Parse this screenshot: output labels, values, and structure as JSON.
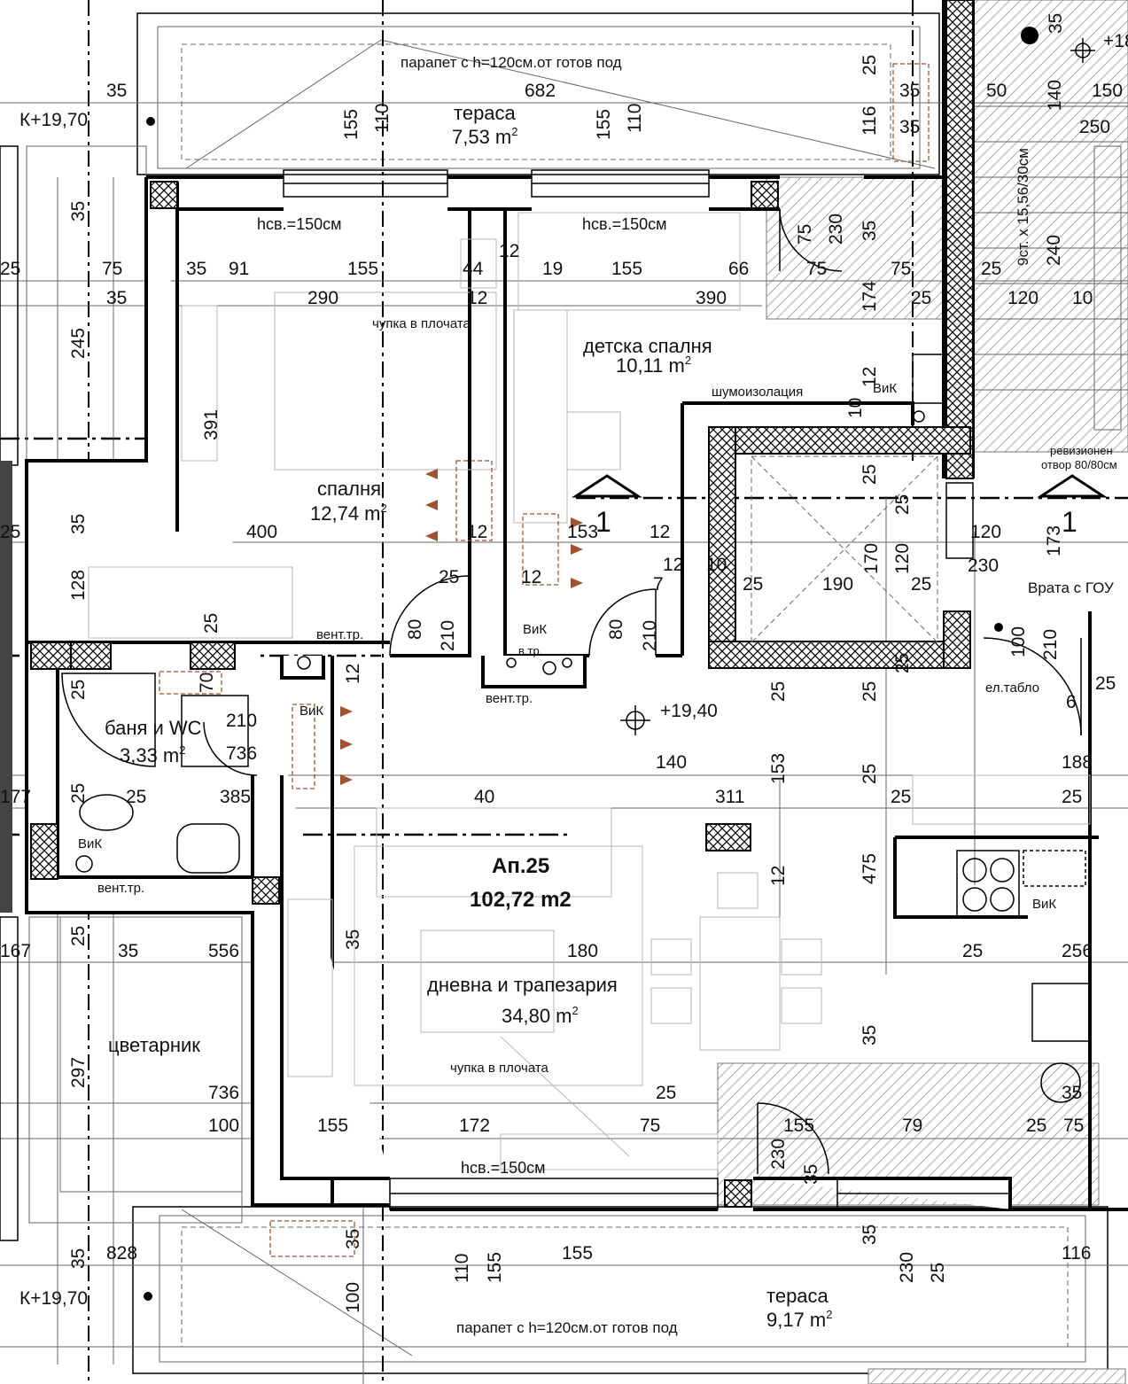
{
  "apartment": {
    "name": "Ап.25",
    "area": "102,72 m2"
  },
  "rooms": {
    "terrace_top": {
      "name": "тераса",
      "area": "7,53 m"
    },
    "bedroom": {
      "name": "спалня",
      "area": "12,74 m"
    },
    "kids_bedroom": {
      "name": "детска спалня",
      "area": "10,11 m"
    },
    "bathroom": {
      "name": "баня и WC",
      "area": "3,33 m"
    },
    "living": {
      "name": "дневна и трапезария",
      "area": "34,80 m"
    },
    "flowerbed": {
      "name": "цветарник"
    },
    "terrace_bottom": {
      "name": "тераса",
      "area": "9,17 m"
    }
  },
  "area_unit_superscript": "2",
  "levels": {
    "floor": "+19,40",
    "terrace_left_top": "К+19,70",
    "terrace_left_bottom": "К+19,70",
    "stair_top": "+18"
  },
  "annotations": {
    "parapet_top": "парапет с h=120см.от готов под",
    "parapet_bottom": "парапет с h=120см.от готов под",
    "sill_bedroom": "hсв.=150см",
    "sill_kids": "hсв.=150см",
    "sill_living": "hсв.=150см",
    "slab_hole_top": "чупка в плочата",
    "slab_hole_bottom": "чупка в плочата",
    "sound_insulation": "шумоизолация",
    "vent_1": "вент.тр.",
    "vent_2": "вент.тр.",
    "vent_3": "вент.тр.",
    "vik_1": "ВиК",
    "vik_2": "ВиК",
    "vik_3": "ВиК",
    "vik_4": "ВиК",
    "vik_5": "ВиК",
    "v_tr": "в.тр.",
    "el_panel": "ел.табло",
    "door_fire": "Врата с ГОУ",
    "revision_1": "ревизионен",
    "revision_2": "отвор 80/80см",
    "stairs": "9ст. x 15,56/30см",
    "section_mark_left": "1",
    "section_mark_right": "1"
  },
  "dimensions": [
    {
      "t": "35"
    },
    {
      "t": "682"
    },
    {
      "t": "155"
    },
    {
      "t": "110"
    },
    {
      "t": "155"
    },
    {
      "t": "110"
    },
    {
      "t": "25"
    },
    {
      "t": "116"
    },
    {
      "t": "35"
    },
    {
      "t": "35"
    },
    {
      "t": "50"
    },
    {
      "t": "140"
    },
    {
      "t": "150"
    },
    {
      "t": "250"
    },
    {
      "t": "35"
    },
    {
      "t": "35"
    },
    {
      "t": "25"
    },
    {
      "t": "75"
    },
    {
      "t": "35"
    },
    {
      "t": "91"
    },
    {
      "t": "155"
    },
    {
      "t": "44"
    },
    {
      "t": "12"
    },
    {
      "t": "19"
    },
    {
      "t": "155"
    },
    {
      "t": "66"
    },
    {
      "t": "75"
    },
    {
      "t": "75"
    },
    {
      "t": "25"
    },
    {
      "t": "240"
    },
    {
      "t": "35"
    },
    {
      "t": "290"
    },
    {
      "t": "12"
    },
    {
      "t": "390"
    },
    {
      "t": "25"
    },
    {
      "t": "120"
    },
    {
      "t": "10"
    },
    {
      "t": "245"
    },
    {
      "t": "75"
    },
    {
      "t": "230"
    },
    {
      "t": "35"
    },
    {
      "t": "174"
    },
    {
      "t": "391"
    },
    {
      "t": "12"
    },
    {
      "t": "10"
    },
    {
      "t": "25"
    },
    {
      "t": "35"
    },
    {
      "t": "400"
    },
    {
      "t": "12"
    },
    {
      "t": "153"
    },
    {
      "t": "12"
    },
    {
      "t": "25"
    },
    {
      "t": "25"
    },
    {
      "t": "120"
    },
    {
      "t": "173"
    },
    {
      "t": "128"
    },
    {
      "t": "230"
    },
    {
      "t": "25"
    },
    {
      "t": "12"
    },
    {
      "t": "12"
    },
    {
      "t": "10"
    },
    {
      "t": "7"
    },
    {
      "t": "25"
    },
    {
      "t": "190"
    },
    {
      "t": "170"
    },
    {
      "t": "120"
    },
    {
      "t": "25"
    },
    {
      "t": "80"
    },
    {
      "t": "210"
    },
    {
      "t": "80"
    },
    {
      "t": "210"
    },
    {
      "t": "100"
    },
    {
      "t": "210"
    },
    {
      "t": "25"
    },
    {
      "t": "25"
    },
    {
      "t": "12"
    },
    {
      "t": "25"
    },
    {
      "t": "25"
    },
    {
      "t": "25"
    },
    {
      "t": "25"
    },
    {
      "t": "6"
    },
    {
      "t": "70"
    },
    {
      "t": "210"
    },
    {
      "t": "736"
    },
    {
      "t": "140"
    },
    {
      "t": "153"
    },
    {
      "t": "25"
    },
    {
      "t": "188"
    },
    {
      "t": "25"
    },
    {
      "t": "177"
    },
    {
      "t": "25"
    },
    {
      "t": "385"
    },
    {
      "t": "40"
    },
    {
      "t": "311"
    },
    {
      "t": "25"
    },
    {
      "t": "25"
    },
    {
      "t": "12"
    },
    {
      "t": "475"
    },
    {
      "t": "35"
    },
    {
      "t": "25"
    },
    {
      "t": "167"
    },
    {
      "t": "35"
    },
    {
      "t": "556"
    },
    {
      "t": "180"
    },
    {
      "t": "25"
    },
    {
      "t": "256"
    },
    {
      "t": "297"
    },
    {
      "t": "35"
    },
    {
      "t": "736"
    },
    {
      "t": "25"
    },
    {
      "t": "35"
    },
    {
      "t": "100"
    },
    {
      "t": "155"
    },
    {
      "t": "172"
    },
    {
      "t": "75"
    },
    {
      "t": "155"
    },
    {
      "t": "79"
    },
    {
      "t": "25"
    },
    {
      "t": "75"
    },
    {
      "t": "230"
    },
    {
      "t": "35"
    },
    {
      "t": "35"
    },
    {
      "t": "35"
    },
    {
      "t": "35"
    },
    {
      "t": "828"
    },
    {
      "t": "155"
    },
    {
      "t": "110"
    },
    {
      "t": "155"
    },
    {
      "t": "230"
    },
    {
      "t": "25"
    },
    {
      "t": "116"
    },
    {
      "t": "100"
    }
  ]
}
